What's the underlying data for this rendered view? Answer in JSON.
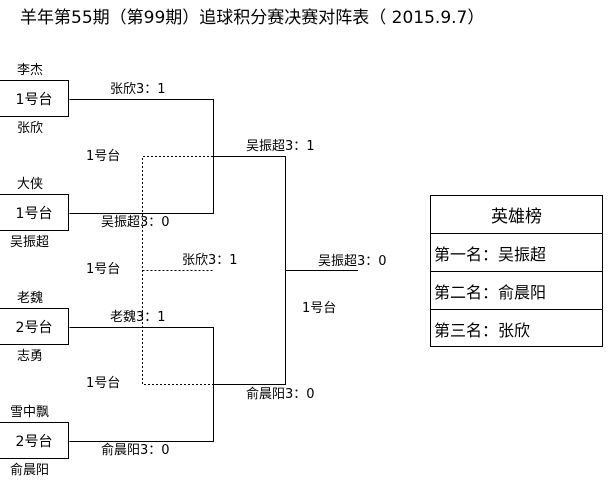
{
  "title": "羊年第55期（第99期）追球积分赛决赛对阵表（ 2015.9.7）",
  "matches": [
    {
      "top": "李杰",
      "table": "1号台",
      "bottom": "张欣",
      "result": "张欣3：1"
    },
    {
      "top": "大侠",
      "table": "1号台",
      "bottom": "吴振超",
      "result": "吴振超3：0"
    },
    {
      "top": "老魏",
      "table": "2号台",
      "bottom": "志勇",
      "result": "老魏3：1"
    },
    {
      "top": "雪中飘",
      "table": "2号台",
      "bottom": "俞晨阳",
      "result": "俞晨阳3：0"
    }
  ],
  "semis": {
    "table_a": "1号台",
    "result_a": "吴振超3：1",
    "table_b": "1号台",
    "result_b": "俞晨阳3：0"
  },
  "third_place": {
    "table": "1号台",
    "result": "张欣3：1"
  },
  "final": {
    "table": "1号台",
    "result": "吴振超3：0"
  },
  "hero_board": {
    "title": "英雄榜",
    "rows": [
      "第一名：吴振超",
      "第二名：俞晨阳",
      "第三名：张欣"
    ]
  }
}
